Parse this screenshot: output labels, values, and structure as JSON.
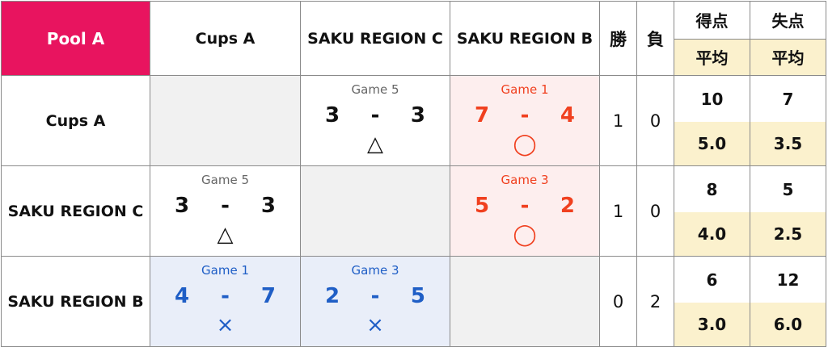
{
  "header": {
    "pool": "Pool A",
    "teams": [
      "Cups A",
      "SAKU REGION C",
      "SAKU REGION B"
    ],
    "wins": "勝",
    "losses": "負",
    "points_for": "得点",
    "points_against": "失点",
    "average": "平均"
  },
  "rows": [
    {
      "team": "Cups A",
      "cells": [
        null,
        {
          "game": "Game 5",
          "left": "3",
          "dash": "-",
          "right": "3",
          "mark": "△"
        },
        {
          "game": "Game 1",
          "left": "7",
          "dash": "-",
          "right": "4",
          "mark": "◯"
        }
      ],
      "wins": "1",
      "losses": "0",
      "points_for": "10",
      "avg_for": "5.0",
      "points_against": "7",
      "avg_against": "3.5"
    },
    {
      "team": "SAKU REGION C",
      "cells": [
        {
          "game": "Game 5",
          "left": "3",
          "dash": "-",
          "right": "3",
          "mark": "△"
        },
        null,
        {
          "game": "Game 3",
          "left": "5",
          "dash": "-",
          "right": "2",
          "mark": "◯"
        }
      ],
      "wins": "1",
      "losses": "0",
      "points_for": "8",
      "avg_for": "4.0",
      "points_against": "5",
      "avg_against": "2.5"
    },
    {
      "team": "SAKU REGION B",
      "cells": [
        {
          "game": "Game 1",
          "left": "4",
          "dash": "-",
          "right": "7",
          "mark": "×"
        },
        {
          "game": "Game 3",
          "left": "2",
          "dash": "-",
          "right": "5",
          "mark": "×"
        },
        null
      ],
      "wins": "0",
      "losses": "2",
      "points_for": "6",
      "avg_for": "3.0",
      "points_against": "12",
      "avg_against": "6.0"
    }
  ],
  "colors": {
    "pool_header": "#e8145f",
    "win": "#f0401f",
    "lose": "#1f5ec6",
    "win_bg": "#fdeeee",
    "lose_bg": "#e9eef9",
    "avg_bg": "#fbf1cd"
  }
}
